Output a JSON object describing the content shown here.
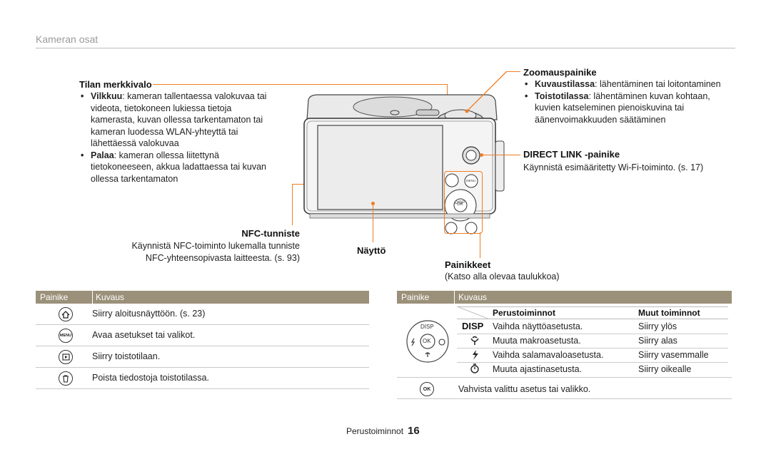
{
  "section_title": "Kameran osat",
  "labels": {
    "tilan": {
      "title": "Tilan merkkivalo",
      "bullets": [
        {
          "bold": "Vilkkuu",
          "text": ": kameran tallentaessa valokuvaa tai videota, tietokoneen lukiessa tietoja kamerasta, kuvan ollessa tarkentamaton tai kameran luodessa WLAN-yhteyttä tai lähettäessä valokuvaa"
        },
        {
          "bold": "Palaa",
          "text": ": kameran ollessa liitettynä tietokoneeseen, akkua ladattaessa tai kuvan ollessa tarkentamaton"
        }
      ]
    },
    "nfc": {
      "title": "NFC-tunniste",
      "line1": "Käynnistä NFC-toiminto lukemalla tunniste",
      "line2": "NFC-yhteensopivasta laitteesta. (s. 93)"
    },
    "naytto": {
      "title": "Näyttö"
    },
    "zoom": {
      "title": "Zoomauspainike",
      "bullets": [
        {
          "bold": "Kuvaustilassa",
          "text": ": lähentäminen tai loitontaminen"
        },
        {
          "bold": "Toistotilassa",
          "text": ": lähentäminen kuvan kohtaan, kuvien katseleminen pienoiskuvina tai äänenvoimakkuuden säätäminen"
        }
      ]
    },
    "direct": {
      "title": "DIRECT LINK -painike",
      "text": "Käynnistä esimääritetty Wi-Fi-toiminto. (s. 17)"
    },
    "painikkeet": {
      "title": "Painikkeet",
      "text": "(Katso alla olevaa taulukkoa)"
    }
  },
  "camera": {
    "disp": "DISP",
    "ok": "OK",
    "menu": "MENU"
  },
  "table_left": {
    "head_button": "Painike",
    "head_desc": "Kuvaus",
    "rows": [
      {
        "icon": "home-icon",
        "desc": "Siirry aloitusnäyttöön. (s. 23)"
      },
      {
        "icon": "menu-icon",
        "icon_text": "MENU",
        "desc": "Avaa asetukset tai valikot."
      },
      {
        "icon": "play-icon",
        "desc": "Siirry toistotilaan."
      },
      {
        "icon": "trash-icon",
        "desc": "Poista tiedostoja toistotilassa."
      }
    ]
  },
  "table_right": {
    "head_button": "Painike",
    "head_desc": "Kuvaus",
    "col_basic": "Perustoiminnot",
    "col_other": "Muut toiminnot",
    "rows": [
      {
        "icon_text": "DISP",
        "basic": "Vaihda näyttöasetusta.",
        "other": "Siirry ylös"
      },
      {
        "icon": "macro-icon",
        "basic": "Muuta makroasetusta.",
        "other": "Siirry alas"
      },
      {
        "icon": "flash-icon",
        "basic": "Vaihda salamavaloasetusta.",
        "other": "Siirry vasemmalle"
      },
      {
        "icon": "timer-icon",
        "basic": "Muuta ajastinasetusta.",
        "other": "Siirry oikealle"
      }
    ],
    "ok_row": {
      "icon_text": "OK",
      "desc": "Vahvista valittu asetus tai valikko."
    },
    "dial": {
      "disp": "DISP",
      "ok": "OK"
    }
  },
  "footer": {
    "chapter": "Perustoiminnot",
    "page": "16"
  }
}
